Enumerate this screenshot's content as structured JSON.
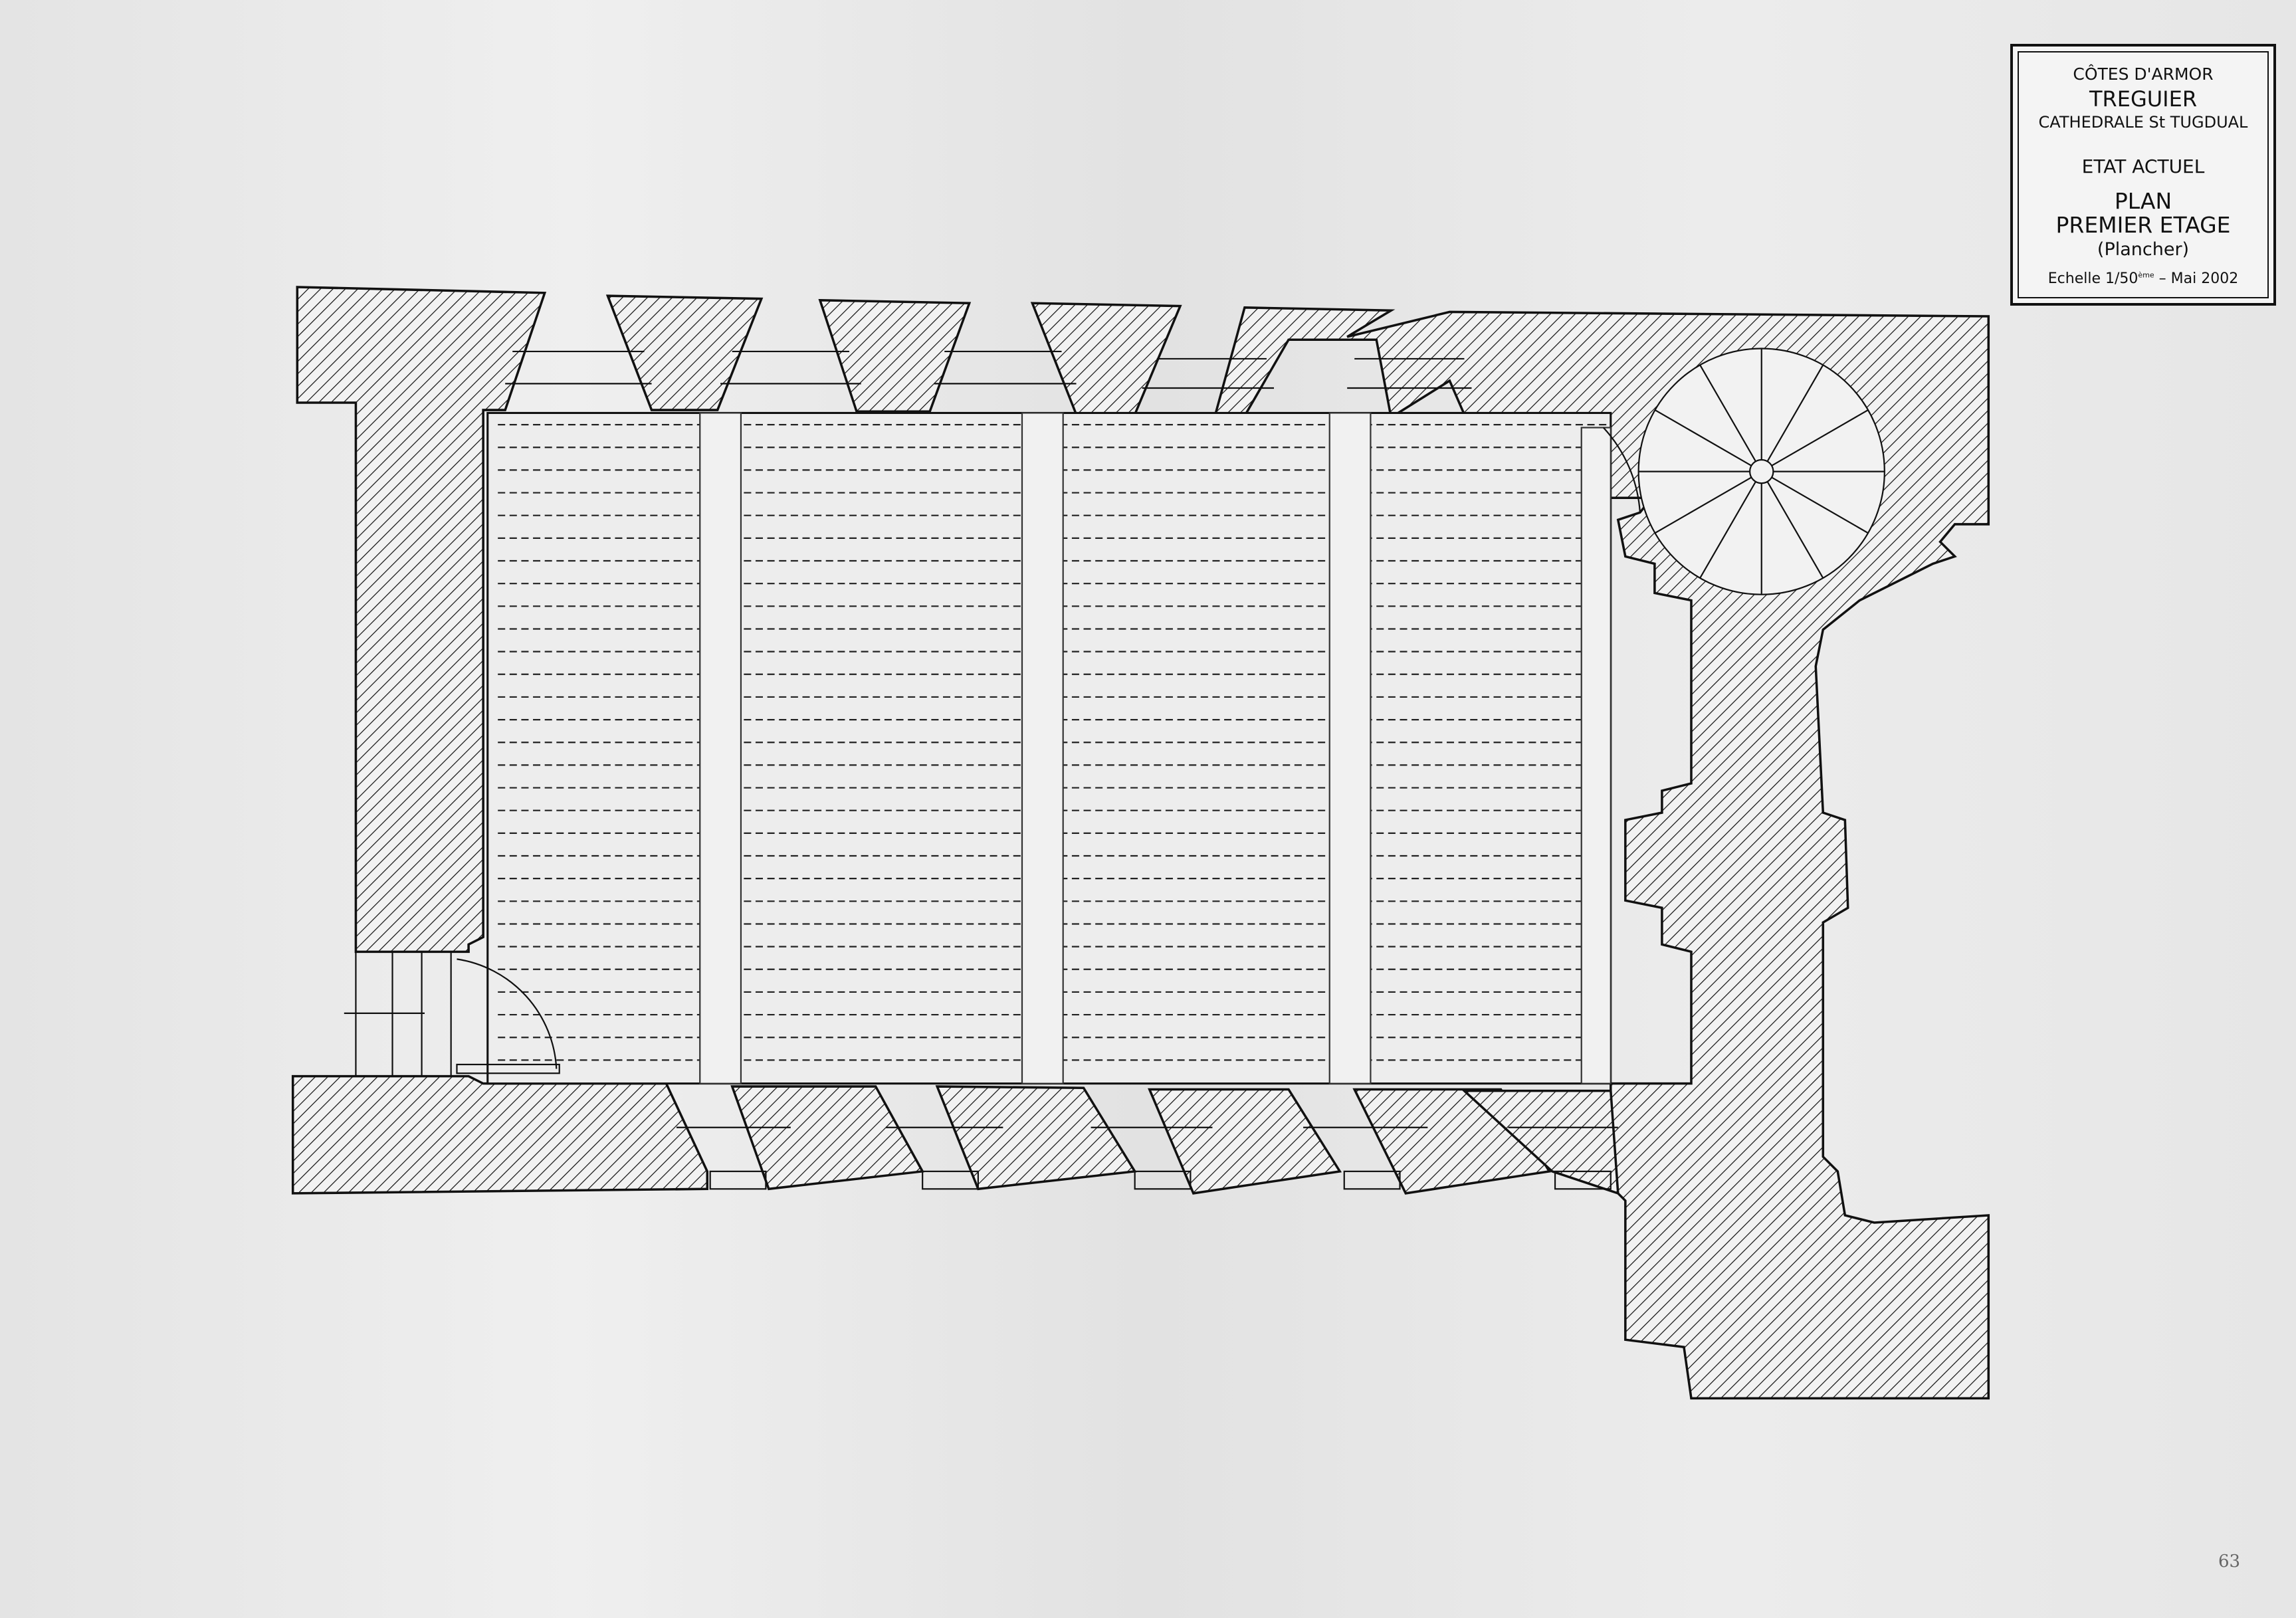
{
  "title_block": {
    "department": "CÔTES D'ARMOR",
    "town": "TREGUIER",
    "monument": "CATHEDRALE St TUGDUAL",
    "state": "ETAT ACTUEL",
    "drawing_type": "PLAN",
    "floor": "PREMIER ETAGE",
    "subtitle": "(Plancher)",
    "scale_prefix": "Echelle 1/50",
    "scale_suffix": "ème",
    "date": "– Mai 2002"
  },
  "page_number": "63",
  "colors": {
    "ink": "#111111",
    "paper": "#ececec"
  }
}
